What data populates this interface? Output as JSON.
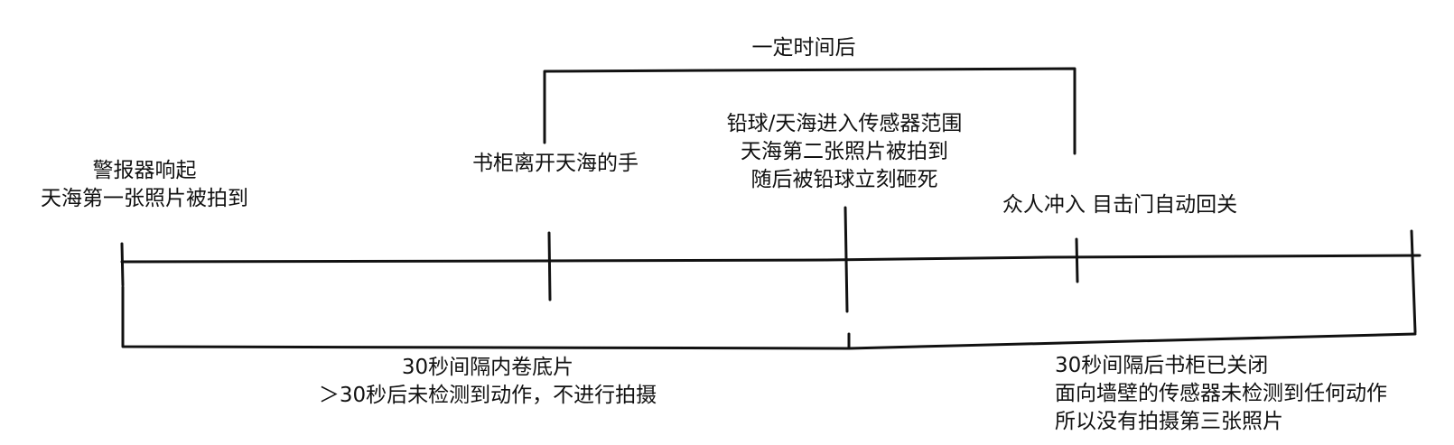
{
  "diagram": {
    "top_bracket_label": "一定时间后",
    "events": [
      {
        "id": "alarm",
        "lines": [
          "警报器响起",
          "天海第一张照片被拍到"
        ]
      },
      {
        "id": "bookcase-leaves",
        "lines": [
          "书柜离开天海的手"
        ]
      },
      {
        "id": "ball-enters",
        "lines": [
          "铅球/天海进入传感器范围",
          "天海第二张照片被拍到",
          "随后被铅球立刻砸死"
        ]
      },
      {
        "id": "crowd-enters",
        "lines": [
          "众人冲入 目击门自动回关"
        ]
      }
    ],
    "intervals": [
      {
        "id": "first-interval",
        "lines": [
          "30秒间隔内卷底片",
          "＞30秒后未检测到动作，不进行拍摄"
        ]
      },
      {
        "id": "second-interval",
        "lines": [
          "30秒间隔后书柜已关闭",
          "面向墙壁的传感器未检测到任何动作",
          "所以没有拍摄第三张照片"
        ]
      }
    ]
  }
}
